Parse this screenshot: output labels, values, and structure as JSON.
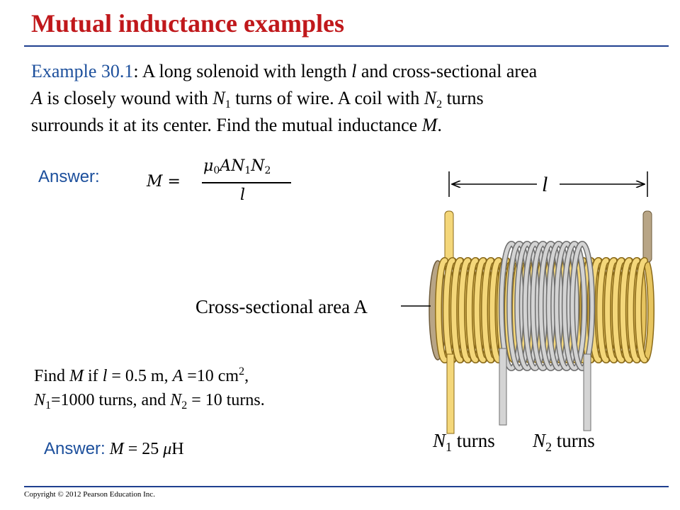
{
  "slide": {
    "title": "Mutual inductance examples",
    "example_label": "Example 30.1",
    "problem": {
      "p1": ": A long solenoid with length ",
      "l": "l",
      "p2": " and cross-sectional area ",
      "A": "A",
      "p3": " is closely wound with ",
      "N": "N",
      "one": "1",
      "p4": " turns of wire. A coil with ",
      "two": "2",
      "p5": " turns surrounds it at its center. Find the mutual inductance ",
      "M": "M",
      "p6": "."
    },
    "answer_label": "Answer:",
    "formula": {
      "lhs": "M =",
      "num_mu": "μ",
      "num_mu_sub": "0",
      "num_mid": "AN",
      "num_n1_sub": "1",
      "num_n2": "N",
      "num_n2_sub": "2",
      "den": "l"
    },
    "find": {
      "p1": "Find ",
      "M": "M",
      "p2": " if ",
      "l": "l",
      "p3": " = 0.5 m, ",
      "A": "A",
      "p4": " =10 cm",
      "sq": "2",
      "p5": ",",
      "N": "N",
      "one": "1",
      "p6": "=1000 turns, and ",
      "two": "2",
      "p7": " = 10 turns."
    },
    "answer2": {
      "label": "Answer:",
      "M": "M",
      "eq": " = 25 ",
      "mu": "μ",
      "unit": "H"
    },
    "copyright": "Copyright © 2012 Pearson Education Inc."
  },
  "figure": {
    "length_label": "l",
    "area_label": "Cross-sectional area A",
    "n1_label": "N",
    "n1_sub": "1",
    "n1_turns": " turns",
    "n2_label": "N",
    "n2_sub": "2",
    "n2_turns": " turns",
    "colors": {
      "solenoid_wire": "#f4d77a",
      "solenoid_edge": "#8a6a1a",
      "coil_wire": "#d4d4d4",
      "coil_edge": "#6f6f6f",
      "core": "#b8a586"
    }
  }
}
